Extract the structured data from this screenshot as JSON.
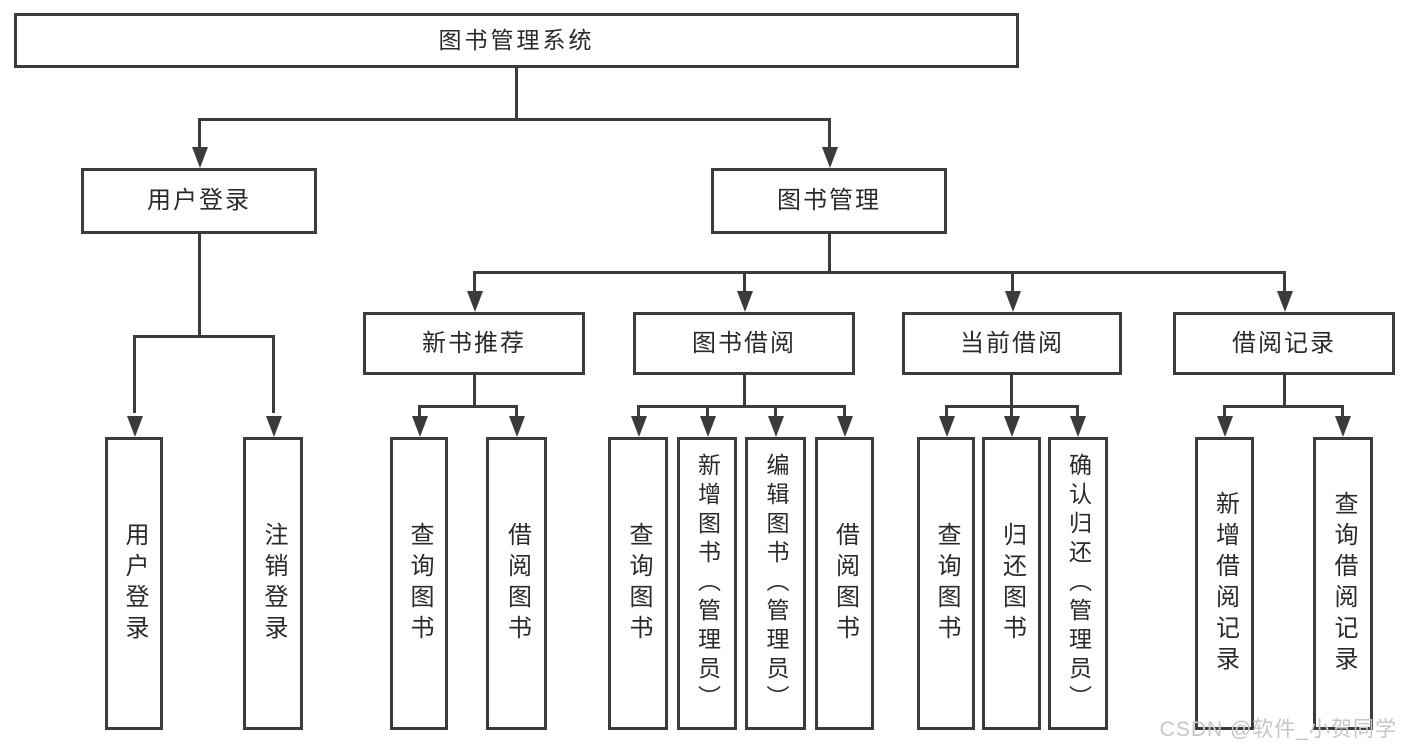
{
  "colors": {
    "line": "#3b3b3b",
    "text": "#2a2a2a",
    "background": "#ffffff",
    "watermark": "#c2c6cd"
  },
  "watermark": {
    "text": "CSDN @软件_小贺同学"
  },
  "tree": {
    "root": {
      "label": "图书管理系统"
    },
    "branches": [
      {
        "label": "用户登录",
        "children": [
          {
            "label": "用户登录"
          },
          {
            "label": "注销登录"
          }
        ]
      },
      {
        "label": "图书管理",
        "children": [
          {
            "label": "新书推荐",
            "children": [
              {
                "label": "查询图书"
              },
              {
                "label": "借阅图书"
              }
            ]
          },
          {
            "label": "图书借阅",
            "children": [
              {
                "label": "查询图书"
              },
              {
                "label": "新增图书（管理员）"
              },
              {
                "label": "编辑图书（管理员）"
              },
              {
                "label": "借阅图书"
              }
            ]
          },
          {
            "label": "当前借阅",
            "children": [
              {
                "label": "查询图书"
              },
              {
                "label": "归还图书"
              },
              {
                "label": "确认归还（管理员）"
              }
            ]
          },
          {
            "label": "借阅记录",
            "children": [
              {
                "label": "新增借阅记录"
              },
              {
                "label": "查询借阅记录"
              }
            ]
          }
        ]
      }
    ]
  }
}
